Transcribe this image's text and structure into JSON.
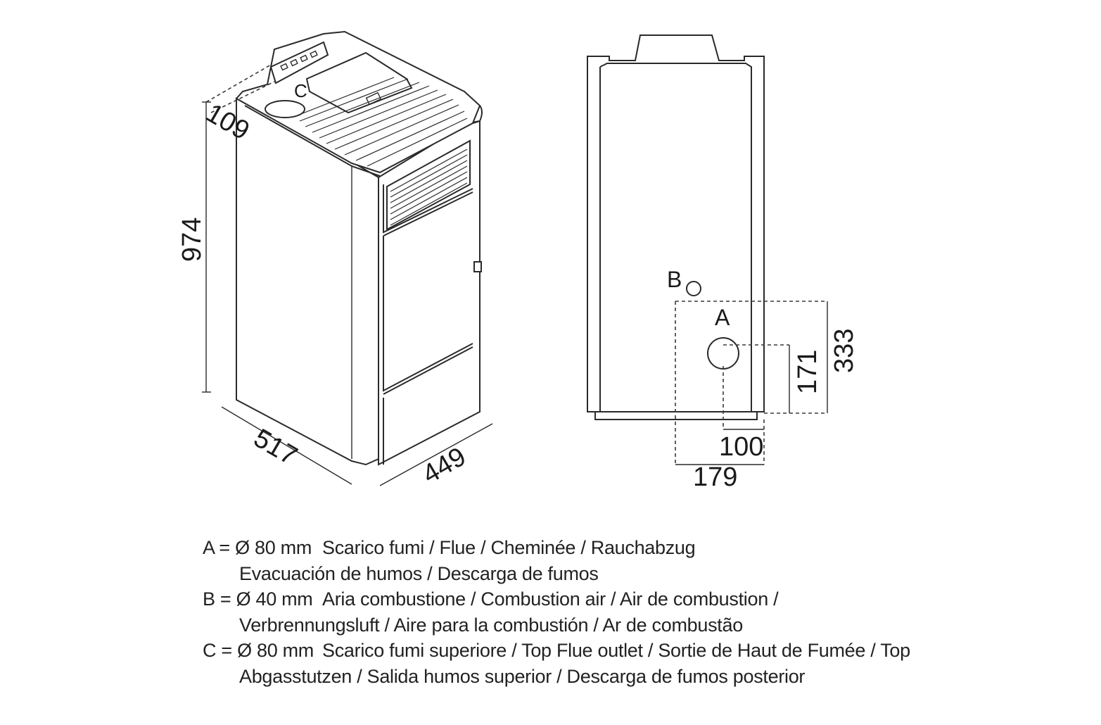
{
  "dimensions": {
    "height": "974",
    "top_outlet_offset": "109",
    "depth": "517",
    "width": "449",
    "a_height": "171",
    "ab_height": "333",
    "a_offset_side": "100",
    "ab_offset_side": "179"
  },
  "markers": {
    "a": "A",
    "b": "B",
    "c": "C"
  },
  "legend": [
    {
      "key": "A = Ø 80 mm",
      "line1": "Scarico fumi / Flue / Cheminée / Rauchabzug",
      "line2": "Evacuación de humos / Descarga de fumos"
    },
    {
      "key": "B = Ø 40 mm",
      "line1": "Aria combustione / Combustion air / Air de combustion /",
      "line2": "Verbrennungsluft / Aire para la combustión / Ar de combustão"
    },
    {
      "key": "C = Ø 80 mm",
      "line1": "Scarico fumi superiore / Top Flue outlet / Sortie de Haut de Fumée / Top",
      "line2": "Abgasstutzen / Salida humos superior / Descarga de fumos posterior"
    }
  ]
}
